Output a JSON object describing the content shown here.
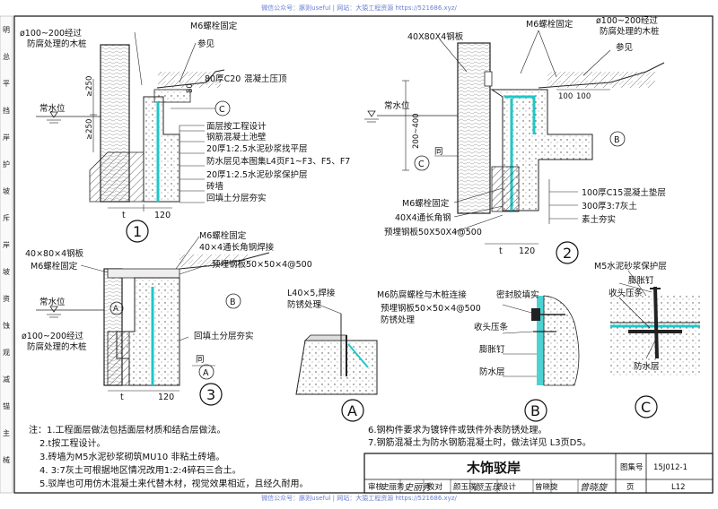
{
  "watermark": {
    "top": "微信公众号：豚则useful  |  网站：大猿工程资源 https://521686.xyz/",
    "bottom": "微信公众号：豚则useful  |  网站：大猿工程资源 https://521686.xyz/"
  },
  "sidebar": [
    "明",
    "总",
    "平",
    "挡",
    "岸",
    "护",
    "坡",
    "斥",
    "岸",
    "坡",
    "资",
    "蚀",
    "观",
    "减",
    "锚",
    "主",
    "械"
  ],
  "detail1": {
    "stake": "ø100~200经过\n防腐处理的木桩",
    "bolt": "M6螺栓固定",
    "ref": "参见",
    "slab": "80厚C20",
    "slab_b": "混凝土压顶",
    "water": "常水位",
    "dim250a": "≥250",
    "dim250b": "≥250",
    "dim80": "80",
    "layers": [
      "面层按工程设计",
      "钢筋混凝土池壁",
      "20厚1:2.5水泥砂浆找平层",
      "防水层见本图集L4页F1~F3、F5、F7",
      "20厚1:2.5水泥砂浆保护层",
      "砖墙",
      "回填土分层夯实"
    ],
    "t": "t",
    "dim120": "120",
    "callout": "C",
    "num": "1"
  },
  "detail2": {
    "plate": "40X80X4钢板",
    "bolt": "M6螺栓固定",
    "stake": "ø100~200经过\n防腐处理的木桩",
    "ref": "参见",
    "dim": "200~400",
    "dim100a": "100",
    "dim100b": "100",
    "same": "同",
    "callout_c": "C",
    "callout_b": "B",
    "bolt2": "M6螺栓固定",
    "angle": "40X4通长角钢",
    "embed": "预埋钢板50X50X4@500",
    "layers": [
      "100厚C15混凝土垫层",
      "300厚3:7灰土",
      "素土夯实"
    ],
    "water": "常水位",
    "t": "t",
    "dim120": "120",
    "num": "2"
  },
  "detail3": {
    "plate": "40×80×4钢板",
    "bolt": "M6螺栓固定",
    "bolt_a": "M6螺栓固定",
    "angle": "40×4通长角钢焊接",
    "embed": "预埋钢板50×50×4@500",
    "water": "常水位",
    "stake": "ø100~200经过\n防腐处理的木桩",
    "fill": "回填土分层夯实",
    "same": "同",
    "callout_a": "A",
    "callout_b": "B",
    "t": "t",
    "dim120": "120",
    "num": "3"
  },
  "detailA": {
    "angle": "L40×5,焊接",
    "rust": "防锈处理",
    "label": "A"
  },
  "detailB": {
    "bolt": "M6防腐螺栓与木桩连接",
    "seal": "密封胶填实",
    "embed": "预埋钢板50×50×4@500",
    "rust": "防锈处理",
    "strip": "收头压条",
    "nail": "膨胀钉",
    "wp": "防水层",
    "label": "B"
  },
  "detailC": {
    "mortar": "M5水泥砂浆保护层",
    "nail": "膨胀钉",
    "strip": "收头压条",
    "wp": "防水层",
    "label": "C"
  },
  "notes_left": [
    "注：1.工程面层做法包括面层材质和结合层做法。",
    "2.t按工程设计。",
    "3.砖墙为M5水泥砂浆砌筑MU10 非粘土砖墙。",
    "4. 3:7灰土可根据地区情况改用1:2:4碎石三合土。",
    "5.驳岸也可用仿木混凝土来代替木材，视觉效果相近，且经久耐用。"
  ],
  "notes_right": [
    "6.钢构件要求为镀锌件或铁件外表防锈处理。",
    "7.钢筋混凝土为防水钢筋混凝土时，做法详见 L3页D5。"
  ],
  "title_block": {
    "title": "木饰驳岸",
    "atlas_label": "图集号",
    "atlas_no": "15J012-1",
    "review": "审核",
    "review_name": "史丽秀",
    "review_sig": "史丽秀",
    "check": "校对",
    "check_name": "颜玉璞",
    "check_sig": "颜玉璞",
    "design": "设计",
    "design_name": "曾晓旋",
    "design_sig": "曾晓旋",
    "page_label": "页",
    "page_no": "L12"
  }
}
